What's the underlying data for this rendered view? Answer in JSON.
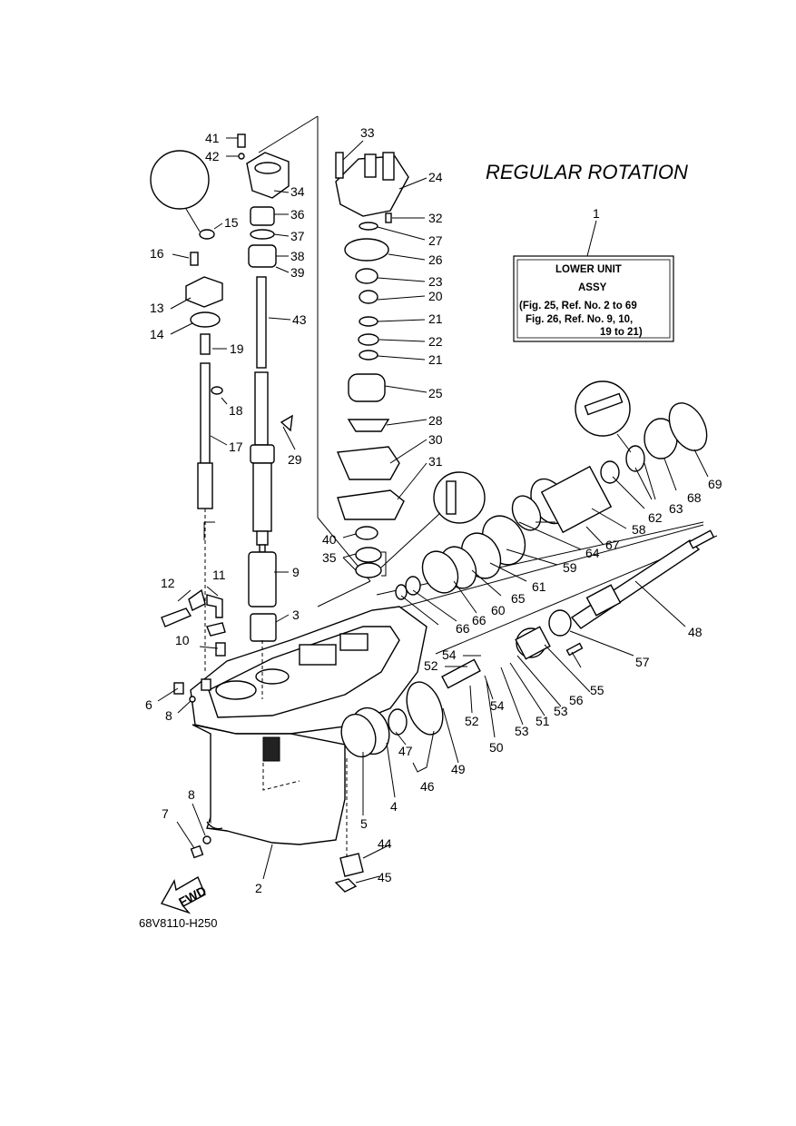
{
  "title": "REGULAR ROTATION",
  "assembly_box": {
    "ref": "1",
    "line1": "LOWER UNIT",
    "line2": "ASSY",
    "line3": "(Fig. 25, Ref. No. 2 to 69",
    "line4": "Fig. 26, Ref. No. 9, 10,",
    "line5": "19 to 21)"
  },
  "fwd_label": "FWD",
  "drawing_code": "68V8110-H250",
  "part_labels": {
    "p2": "2",
    "p3": "3",
    "p4": "4",
    "p5": "5",
    "p6": "6",
    "p7": "7",
    "p8a": "8",
    "p8b": "8",
    "p9": "9",
    "p10": "10",
    "p11": "11",
    "p12": "12",
    "p13": "13",
    "p14": "14",
    "p15": "15",
    "p16": "16",
    "p17": "17",
    "p18": "18",
    "p19": "19",
    "p20": "20",
    "p21a": "21",
    "p21b": "21",
    "p22": "22",
    "p23": "23",
    "p24": "24",
    "p25": "25",
    "p26": "26",
    "p27": "27",
    "p28": "28",
    "p29": "29",
    "p30": "30",
    "p31": "31",
    "p32": "32",
    "p33": "33",
    "p34": "34",
    "p35": "35",
    "p36": "36",
    "p37": "37",
    "p38": "38",
    "p39": "39",
    "p40": "40",
    "p41": "41",
    "p42": "42",
    "p43": "43",
    "p44": "44",
    "p45": "45",
    "p46": "46",
    "p47": "47",
    "p48": "48",
    "p49": "49",
    "p50": "50",
    "p51": "51",
    "p52a": "52",
    "p52b": "52",
    "p53a": "53",
    "p53b": "53",
    "p54a": "54",
    "p54b": "54",
    "p55": "55",
    "p56": "56",
    "p57": "57",
    "p58": "58",
    "p59": "59",
    "p60": "60",
    "p61": "61",
    "p62": "62",
    "p63": "63",
    "p64": "64",
    "p65": "65",
    "p66a": "66",
    "p66b": "66",
    "p67": "67",
    "p68": "68",
    "p69": "69"
  }
}
